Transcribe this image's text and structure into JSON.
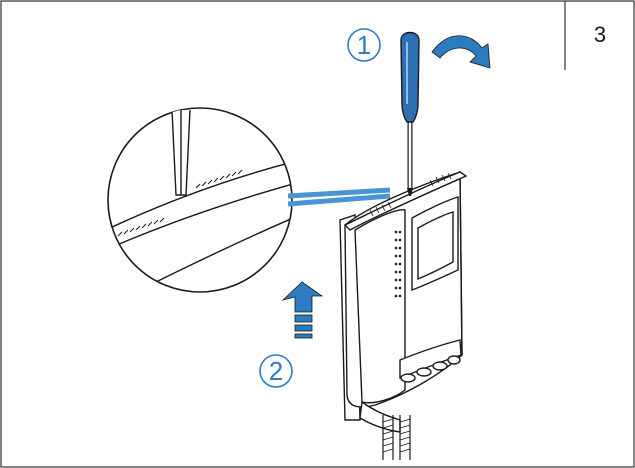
{
  "page": {
    "number": "3"
  },
  "steps": [
    {
      "label": "1"
    },
    {
      "label": "2"
    }
  ],
  "colors": {
    "accent": "#2d7cc1",
    "screwdriver_handle": "#2f6fb3",
    "line": "#1a1a1a",
    "border": "#333333"
  },
  "icons": [
    "screwdriver-icon",
    "rotate-arrow-icon",
    "up-arrow-icon",
    "magnifier-callout"
  ]
}
